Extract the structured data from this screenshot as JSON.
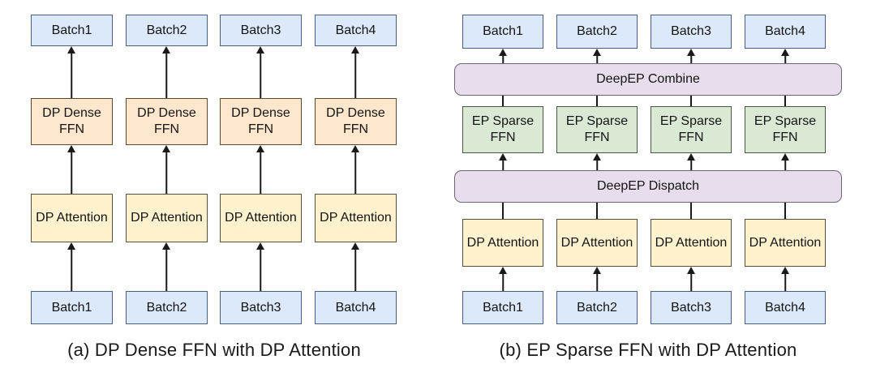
{
  "diagram_a": {
    "caption": "(a) DP Dense FFN with DP Attention",
    "columns": [
      {
        "output": "Batch1",
        "ffn": "DP Dense FFN",
        "attention": "DP Attention",
        "input": "Batch1"
      },
      {
        "output": "Batch2",
        "ffn": "DP Dense FFN",
        "attention": "DP Attention",
        "input": "Batch2"
      },
      {
        "output": "Batch3",
        "ffn": "DP Dense FFN",
        "attention": "DP Attention",
        "input": "Batch3"
      },
      {
        "output": "Batch4",
        "ffn": "DP Dense FFN",
        "attention": "DP Attention",
        "input": "Batch4"
      }
    ]
  },
  "diagram_b": {
    "caption": "(b) EP Sparse FFN with DP Attention",
    "combine_label": "DeepEP Combine",
    "dispatch_label": "DeepEP Dispatch",
    "columns": [
      {
        "output": "Batch1",
        "ffn": "EP Sparse FFN",
        "attention": "DP Attention",
        "input": "Batch1"
      },
      {
        "output": "Batch2",
        "ffn": "EP Sparse FFN",
        "attention": "DP Attention",
        "input": "Batch2"
      },
      {
        "output": "Batch3",
        "ffn": "EP Sparse FFN",
        "attention": "DP Attention",
        "input": "Batch3"
      },
      {
        "output": "Batch4",
        "ffn": "EP Sparse FFN",
        "attention": "DP Attention",
        "input": "Batch4"
      }
    ]
  },
  "colors": {
    "background": "#ffffff",
    "text": "#141414",
    "caption": "#1a1a1a",
    "line": "#1a1a1a",
    "batch_fill": "#dbe9fb",
    "batch_border": "#4a5d82",
    "attn_fill": "#fdf2cd",
    "attn_border": "#56503a",
    "dense_fill": "#fee7cd",
    "dense_border": "#5e482c",
    "sparse_fill": "#d9e9d4",
    "sparse_border": "#475840",
    "bar_fill": "#e7ddec",
    "bar_border": "#6d6476"
  }
}
